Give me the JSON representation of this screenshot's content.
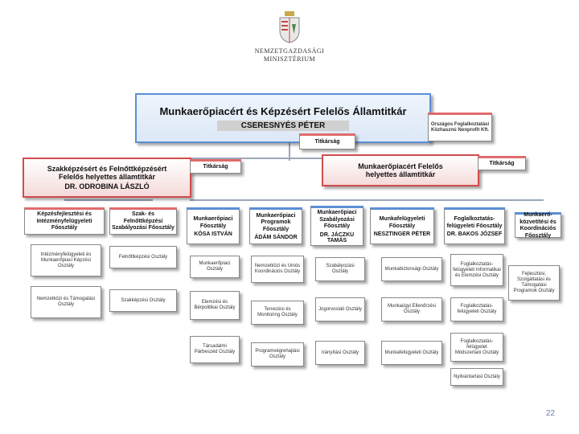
{
  "logo": {
    "line1": "NEMZETGAZDASÁGI",
    "line2": "MINISZTÉRIUM"
  },
  "page_number": "22",
  "top": {
    "title": "Munkaerőpiacért és Képzésért Felelős Államtitkár",
    "name": "CSERESNYÉS PÉTER",
    "secretariat": "Titkárság",
    "side": "Országos Foglalkoztatási Közhasznú Nonprofit Kft."
  },
  "left_deputy": {
    "title1": "Szakképzésért és Felnőttképzésért",
    "title2": "Felelős helyettes államtitkár",
    "name": "DR. ODROBINA LÁSZLÓ",
    "secretariat": "Titkárság",
    "dept1": "Képzésfejlesztési és Intézményfelügyeleti Főosztály",
    "dept2": "Szak- és Felnőttképzési Szabályozási Főosztály",
    "d1_units": [
      "Intézményfelügyeleti és Munkaerőpiaci Képzési Osztály",
      "Nemzetközi és Támogatási Osztály"
    ],
    "d2_units": [
      "Felnőttképzési Osztály",
      "Szakképzési Osztály"
    ]
  },
  "right_deputy": {
    "title1": "Munkaerőpiacért Felelős",
    "title2": "helyettes államtitkár",
    "secretariat": "Titkárság",
    "depts": [
      {
        "title": "Munkaerőpiaci Főosztály",
        "name": "KÓSA ISTVÁN",
        "units": [
          "Munkaerőpiaci Osztály",
          "Elemzési és Bérpolitikai Osztály",
          "Társadalmi Párbeszéd Osztály"
        ]
      },
      {
        "title": "Munkaerőpiaci Programok Főosztály",
        "name": "ÁDÁM SÁNDOR",
        "units": [
          "Nemzetközi és Uniós Koordinációs Osztály",
          "Tervezési és Monitoring Osztály",
          "Programvégrehajtási Osztály"
        ]
      },
      {
        "title": "Munkaerőpiaci Szabályozási Főosztály",
        "name": "DR. JÁCZKU TAMÁS",
        "units": [
          "Szabályozási Osztály",
          "Jogorvoslati Osztály",
          "Irányítási Osztály"
        ]
      },
      {
        "title": "Munkafelügyeleti Főosztály",
        "name": "NESZTINGER PÉTER",
        "units": [
          "Munkabiztonsági Osztály",
          "Munkaügyi Ellenőrzési Osztály",
          "Munkafelügyeleti Osztály"
        ]
      },
      {
        "title": "Foglalkoztatás-felügyeleti Főosztály",
        "name": "DR. BAKOS JÓZSEF",
        "units": [
          "Foglalkoztatás-felügyeleti Informatikai és Elemzési Osztály",
          "Foglalkoztatás-felügyeleti Osztály",
          "Foglalkoztatás-felügyelet Módszertani Osztály",
          "Nyilvántartási Osztály"
        ]
      },
      {
        "title": "Munkaerő-közvetítési és Koordinációs Főosztály",
        "name": "",
        "units": [
          "Fejlesztési, Szolgáltatási és Támogatási Programok Osztály"
        ]
      }
    ]
  }
}
